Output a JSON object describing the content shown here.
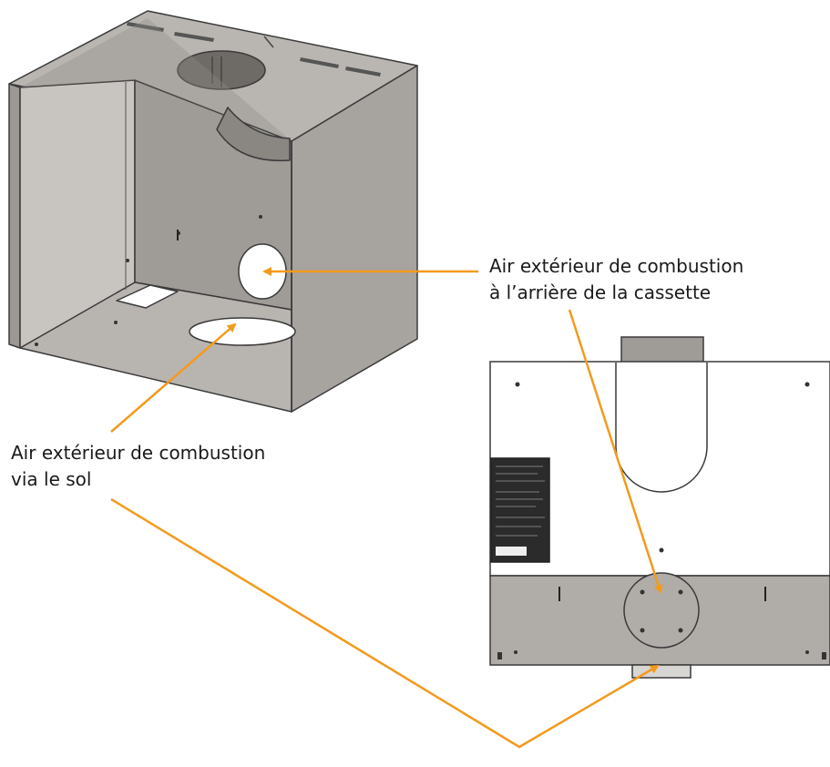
{
  "labels": {
    "rear": {
      "line1": "Air extérieur de combustion",
      "line2": "à l’arrière de la cassette"
    },
    "floor": {
      "line1": "Air extérieur de combustion",
      "line2": "via le sol"
    }
  },
  "colors": {
    "arrow": "#f39a1e",
    "metal": "#b2aeaa",
    "metal_dark": "#8f8b87",
    "back_panel": "#a6a29e",
    "outline": "#3a3a3a"
  }
}
